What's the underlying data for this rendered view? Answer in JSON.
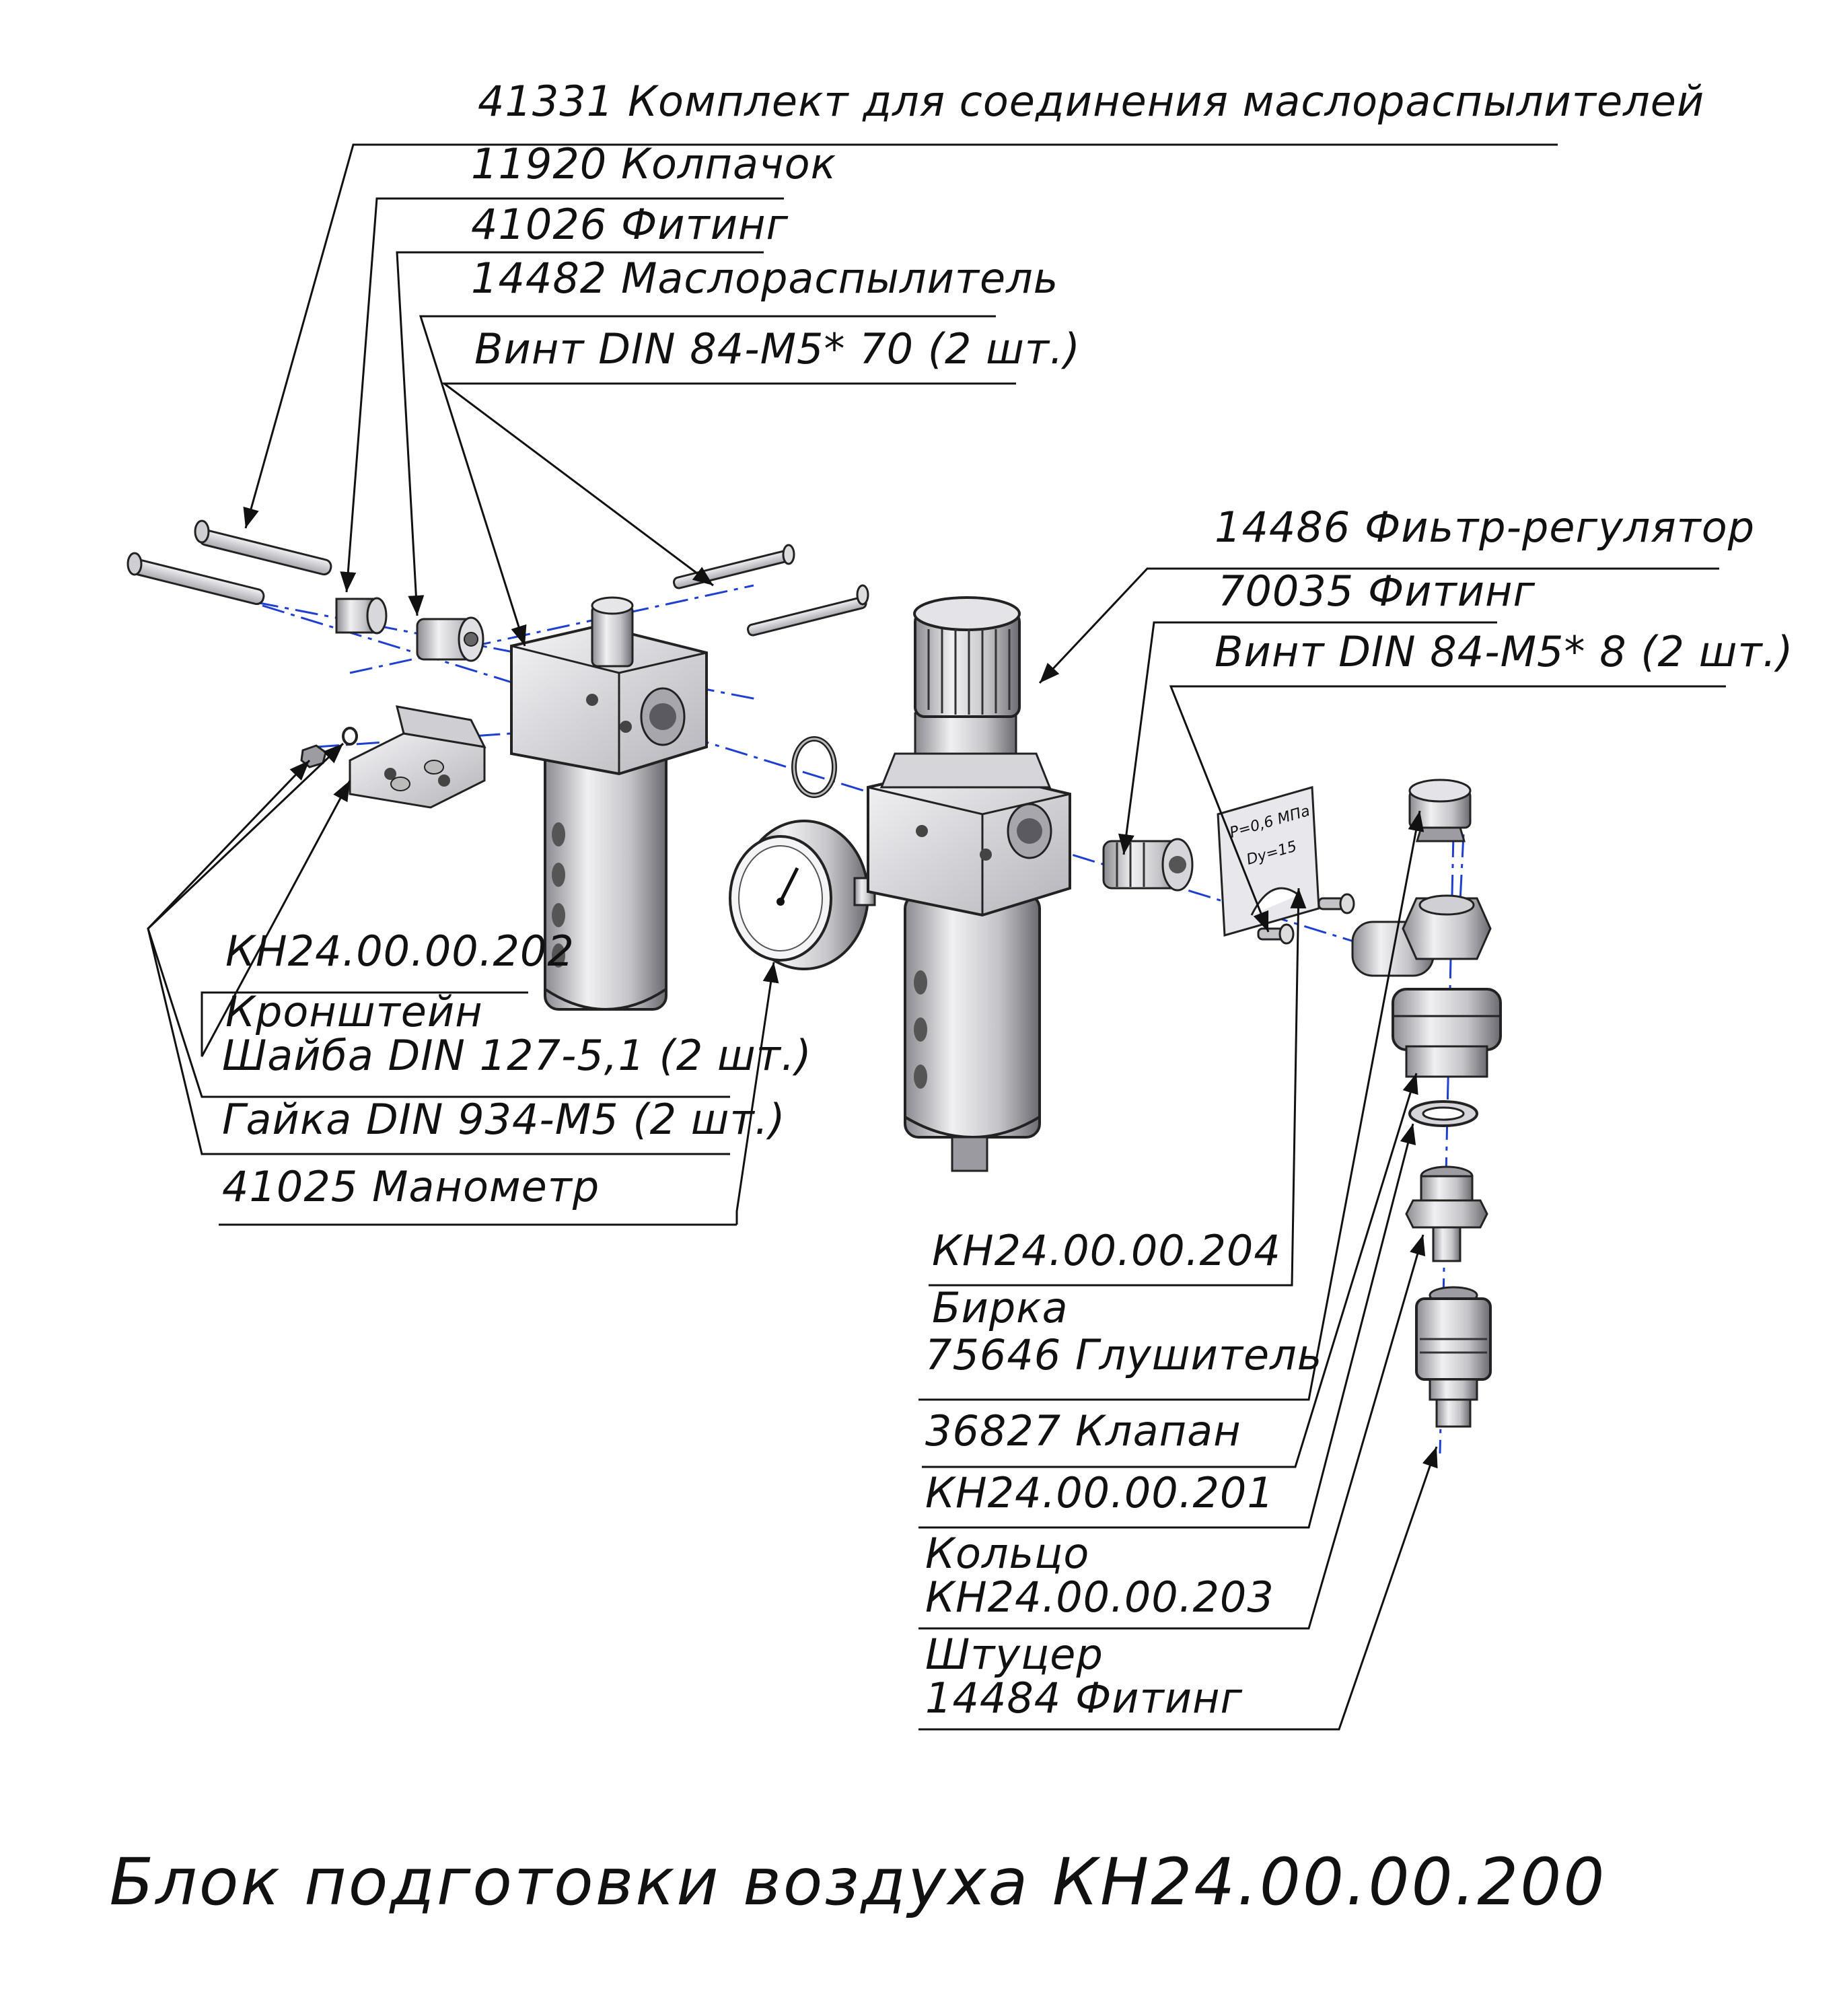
{
  "title": "Блок подготовки воздуха КН24.00.00.200",
  "callouts": {
    "c41331": "41331 Комплект для соединения маслораспылителей",
    "c11920": "11920 Колпачок",
    "c41026": "41026 Фитинг",
    "c14482": "14482 Маслораспылитель",
    "screw70": "Винт DIN 84-M5* 70 (2 шт.)",
    "c14486": "14486 Фиьтр-регулятор",
    "c70035": "70035 Фитинг",
    "screw8": "Винт DIN 84-M5* 8 (2 шт.)",
    "kh202_code": "КН24.00.00.202",
    "kh202_name": "Кронштейн",
    "washer": "Шайба DIN 127-5,1 (2 шт.)",
    "nut": "Гайка DIN 934-M5 (2 шт.)",
    "c41025": "41025 Манометр",
    "kh204_code": "КН24.00.00.204",
    "kh204_name": "Бирка",
    "c75646": "75646 Глушитель",
    "c36827": "36827 Клапан",
    "kh201_code": "КН24.00.00.201",
    "kh201_name": "Кольцо",
    "kh203_code": "КН24.00.00.203",
    "kh203_name": "Штуцер",
    "c14484": "14484 Фитинг"
  },
  "tag_text": {
    "line1": "P=0,6 МПа",
    "line2": "Dy=15"
  },
  "colors": {
    "ink": "#111111",
    "centerline": "#1f3fd1",
    "metal_light": "#e6e6e8",
    "metal_mid": "#b8b8bc",
    "metal_dark": "#6d6d72"
  }
}
